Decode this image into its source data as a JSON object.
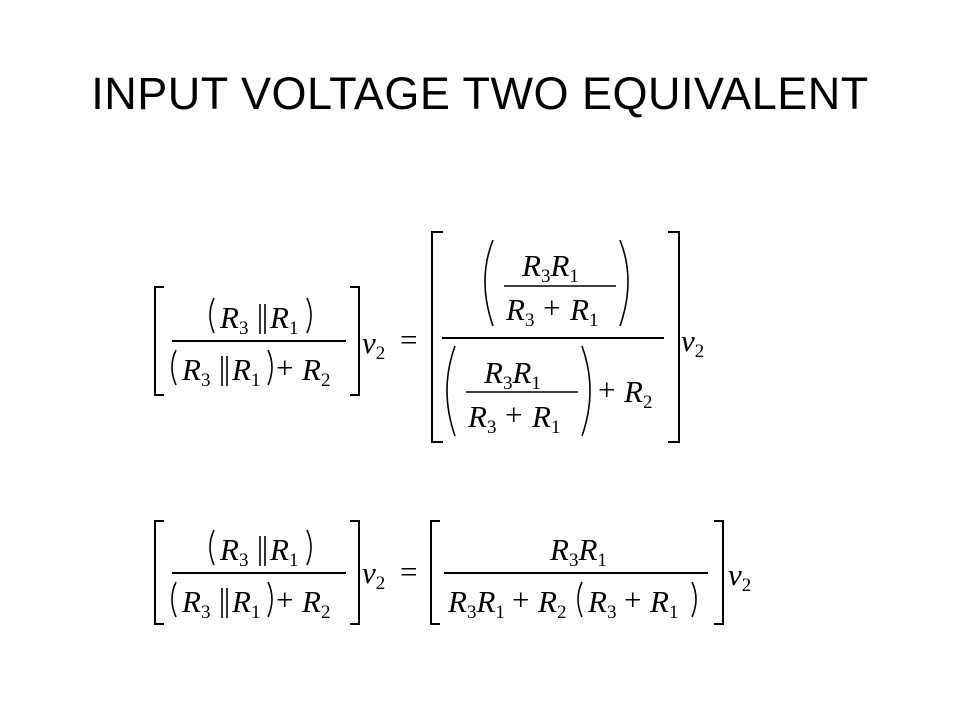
{
  "slide": {
    "title": "INPUT VOLTAGE TWO EQUIVALENT"
  },
  "equation_1": {
    "lhs_numerator": "(R3‖R1)",
    "lhs_denominator": "(R3‖R1)+R2",
    "lhs_multiplier": "v2",
    "equals": "=",
    "rhs_numerator": "(R3R1 / (R3+R1))",
    "rhs_denominator": "(R3R1 / (R3+R1))+R2",
    "rhs_multiplier": "v2"
  },
  "equation_2": {
    "lhs_numerator": "(R3‖R1)",
    "lhs_denominator": "(R3‖R1)+R2",
    "lhs_multiplier": "v2",
    "equals": "=",
    "rhs_numerator": "R3R1",
    "rhs_denominator": "R3R1+R2(R3+R1)",
    "rhs_multiplier": "v2"
  }
}
